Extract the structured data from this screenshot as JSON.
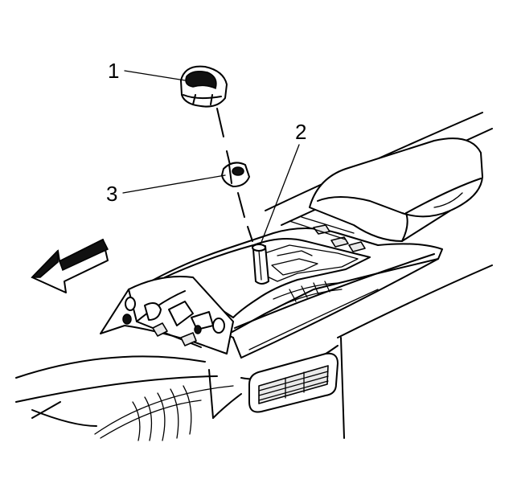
{
  "callouts": [
    {
      "number": "1",
      "part": "shift-knob"
    },
    {
      "number": "2",
      "part": "shift-lever"
    },
    {
      "number": "3",
      "part": "knob-retainer-nut"
    }
  ],
  "arrow_icon": "direction-arrow-icon",
  "colors": {
    "line": "#000000",
    "background": "#ffffff"
  }
}
